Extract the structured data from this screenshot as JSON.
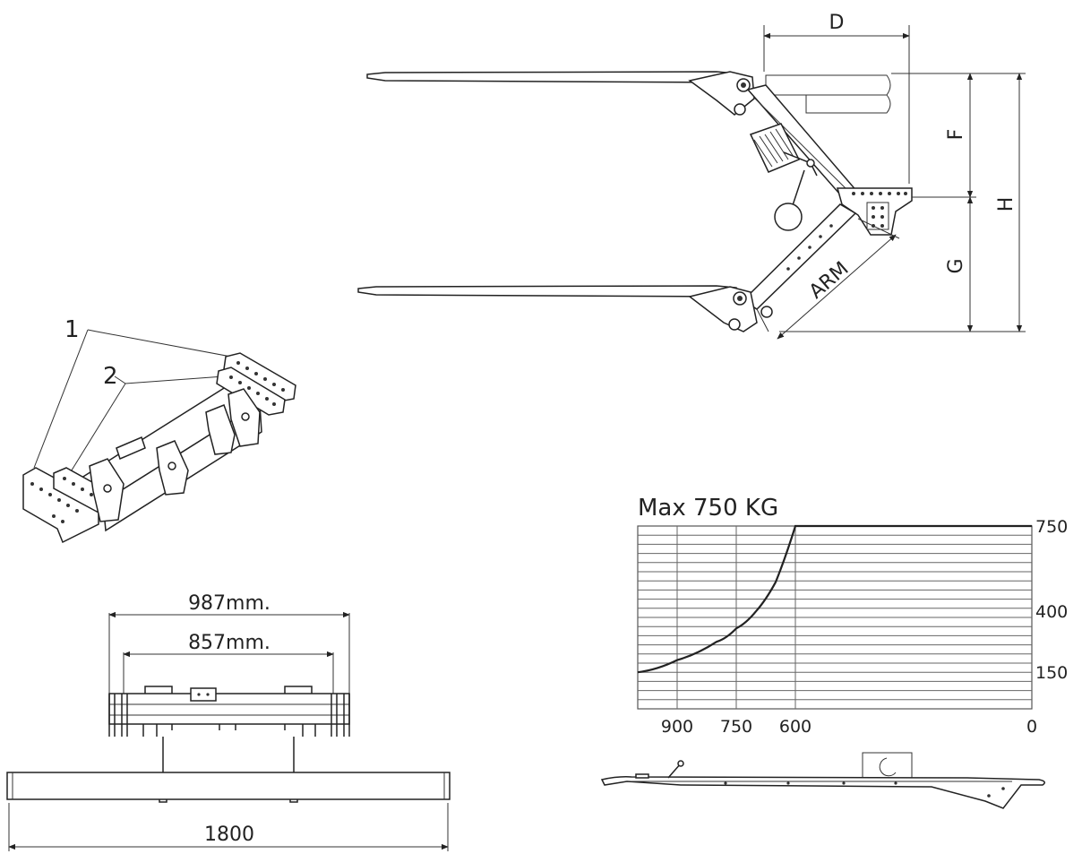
{
  "side_view": {
    "dimensions": {
      "d": "D",
      "f": "F",
      "g": "G",
      "h": "H",
      "arm": "ARM"
    }
  },
  "iso_view": {
    "callouts": [
      "1",
      "2"
    ]
  },
  "front_view": {
    "dim_outer": "987mm.",
    "dim_inner": "857mm.",
    "dim_beam": "1800"
  },
  "capacity_chart": {
    "heading": "Max 750 KG"
  },
  "chart_data": {
    "type": "line",
    "title": "Max 750 KG",
    "x_ticks": [
      "900",
      "750",
      "600",
      "0"
    ],
    "y_ticks": [
      "750",
      "400",
      "150"
    ],
    "x_reversed": true,
    "grid": true,
    "series": [
      {
        "x": [
          1000,
          900,
          800,
          750,
          700,
          650,
          600,
          300,
          0
        ],
        "y": [
          150,
          200,
          275,
          330,
          400,
          520,
          750,
          750,
          750
        ]
      }
    ]
  }
}
